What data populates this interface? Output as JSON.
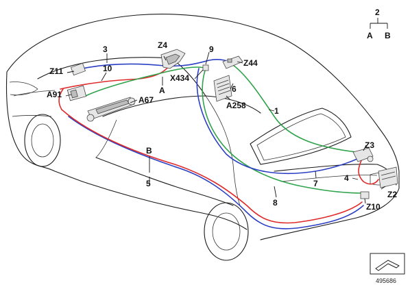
{
  "colors": {
    "wire_blue": "#2b3fc4",
    "wire_red": "#e02a2a",
    "wire_green": "#2fa24a",
    "outline": "#1a1a1a"
  },
  "legend": {
    "top": "2",
    "left": "A",
    "right": "B"
  },
  "labels": {
    "n1": "1",
    "n3": "3",
    "n4": "4",
    "n5": "5",
    "n6": "6",
    "n7": "7",
    "n8": "8",
    "n9": "9",
    "n10": "10",
    "a": "A",
    "b": "B",
    "z2": "Z2",
    "z3": "Z3",
    "z4": "Z4",
    "z10": "Z10",
    "z11": "Z11",
    "z44": "Z44",
    "a67": "A67",
    "a91": "A91",
    "a258": "A258",
    "x434": "X434"
  },
  "footer": {
    "diagram_number": "495686",
    "corner_icon": "arrow-corner-icon"
  }
}
